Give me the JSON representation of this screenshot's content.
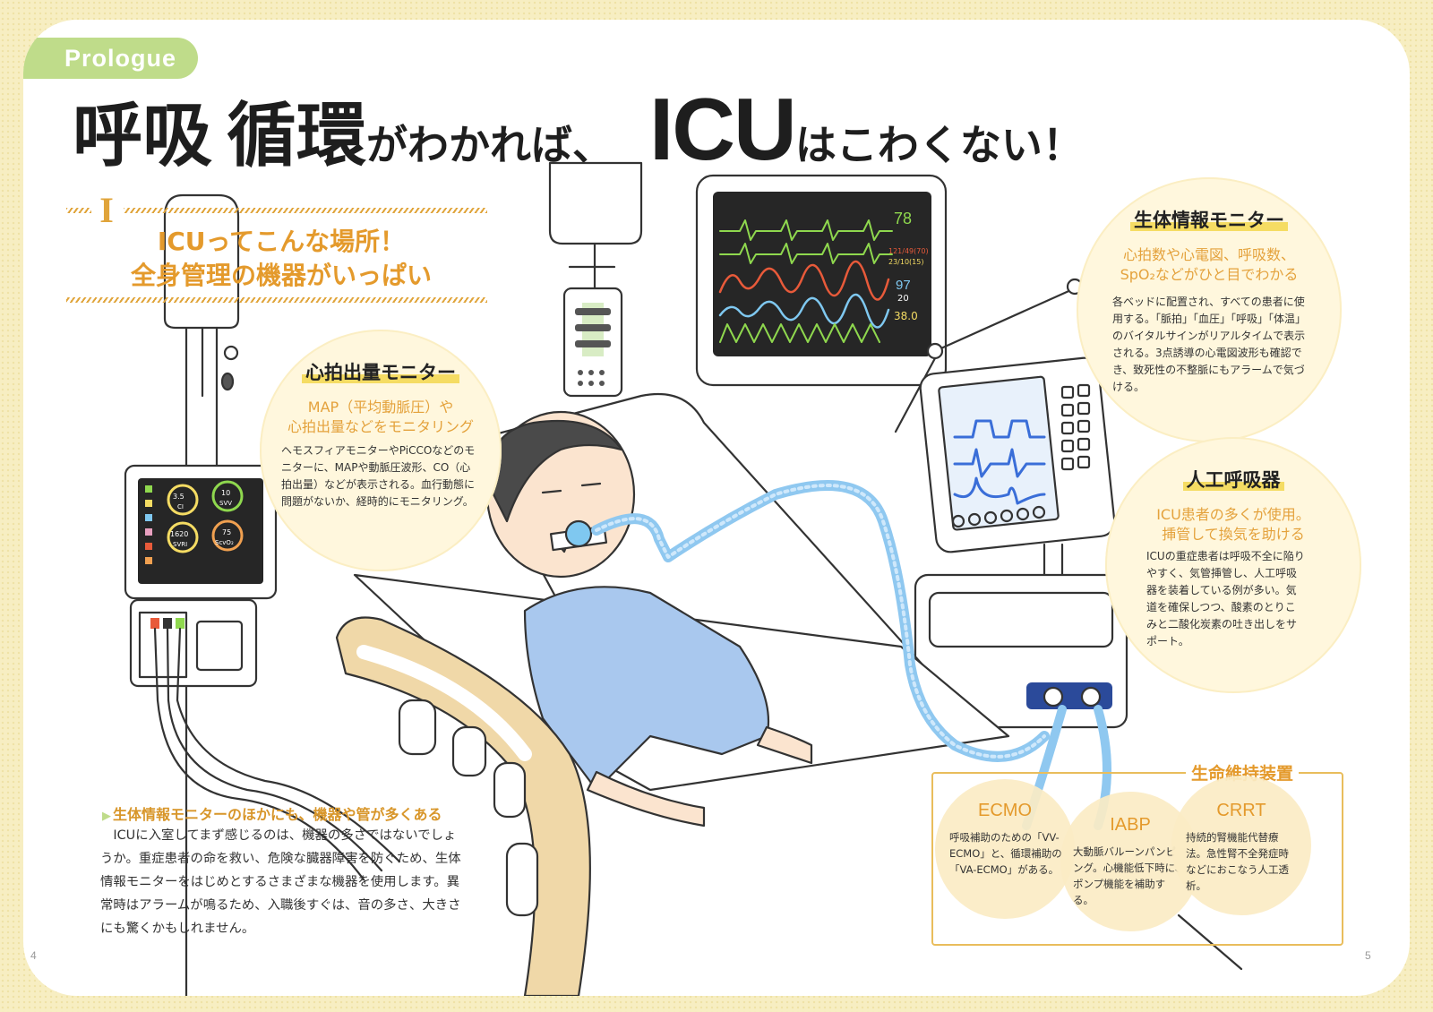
{
  "tag": "Prologue",
  "title": {
    "p1": "呼吸",
    "p2": "循環",
    "p3": "がわかれば、",
    "p4": "ICU",
    "p5": "はこわくない！"
  },
  "heading": {
    "roman": "I",
    "line1": "ICUってこんな場所！",
    "line2": "全身管理の機器がいっぱい"
  },
  "bubbles": {
    "cardiac": {
      "title": "心拍出量モニター",
      "sub1": "MAP（平均動脈圧）や",
      "sub2": "心拍出量などをモニタリング",
      "body": "ヘモスフィアモニターやPiCCOなどのモニターに、MAPや動脈圧波形、CO（心拍出量）などが表示される。血行動態に問題がないか、経時的にモニタリング。"
    },
    "vital": {
      "title": "生体情報モニター",
      "sub1": "心拍数や心電図、呼吸数、",
      "sub2": "SpO₂などがひと目でわかる",
      "body": "各ベッドに配置され、すべての患者に使用する。「脈拍」「血圧」「呼吸」「体温」のバイタルサインがリアルタイムで表示される。3点誘導の心電図波形も確認でき、致死性の不整脈にもアラームで気づける。"
    },
    "vent": {
      "title": "人工呼吸器",
      "sub1": "ICU患者の多くが使用。",
      "sub2": "挿管して換気を助ける",
      "body": "ICUの重症患者は呼吸不全に陥りやすく、気管挿管し、人工呼吸器を装着している例が多い。気道を確保しつつ、酸素のとりこみと二酸化炭素の吐き出しをサポート。"
    }
  },
  "lower": {
    "heading": "生体情報モニターのほかにも、機器や管が多くある",
    "body": "　ICUに入室してまず感じるのは、機器の多さではないでしょうか。重症患者の命を救い、危険な臓器障害を防ぐため、生体情報モニターをはじめとするさまざまな機器を使用します。異常時はアラームが鳴るため、入職後すぐは、音の多さ、大きさにも驚くかもしれません。"
  },
  "life_support": {
    "title": "生命維持装置",
    "devices": [
      {
        "name": "ECMO",
        "desc": "呼吸補助のための「VV- ECMO」と、循環補助の「VA-ECMO」がある。"
      },
      {
        "name": "IABP",
        "desc": "大動脈バルーンパンピング。心機能低下時に、ポンプ機能を補助する。"
      },
      {
        "name": "CRRT",
        "desc": "持続的腎機能代替療法。急性腎不全発症時などにおこなう人工透析。"
      }
    ]
  },
  "monitor_vital": {
    "hr": "78",
    "bp1": "121/49(70)",
    "bp2": "23/10(15)",
    "spo2": "97",
    "rr": "20",
    "temp": "38.0"
  },
  "monitor_cardiac": {
    "tiles": [
      {
        "value": "3.5",
        "label": "CI"
      },
      {
        "value": "10",
        "label": "SVV"
      },
      {
        "value": "1620",
        "label": "SVRI"
      },
      {
        "value": "75",
        "label": "ScvO₂"
      }
    ]
  },
  "page_numbers": {
    "left": "4",
    "right": "5"
  },
  "colors": {
    "accent_orange": "#e49a2c",
    "accent_green": "#bfdc8a",
    "bubble_fill": "#fff7dd",
    "background": "#f7eec2"
  }
}
